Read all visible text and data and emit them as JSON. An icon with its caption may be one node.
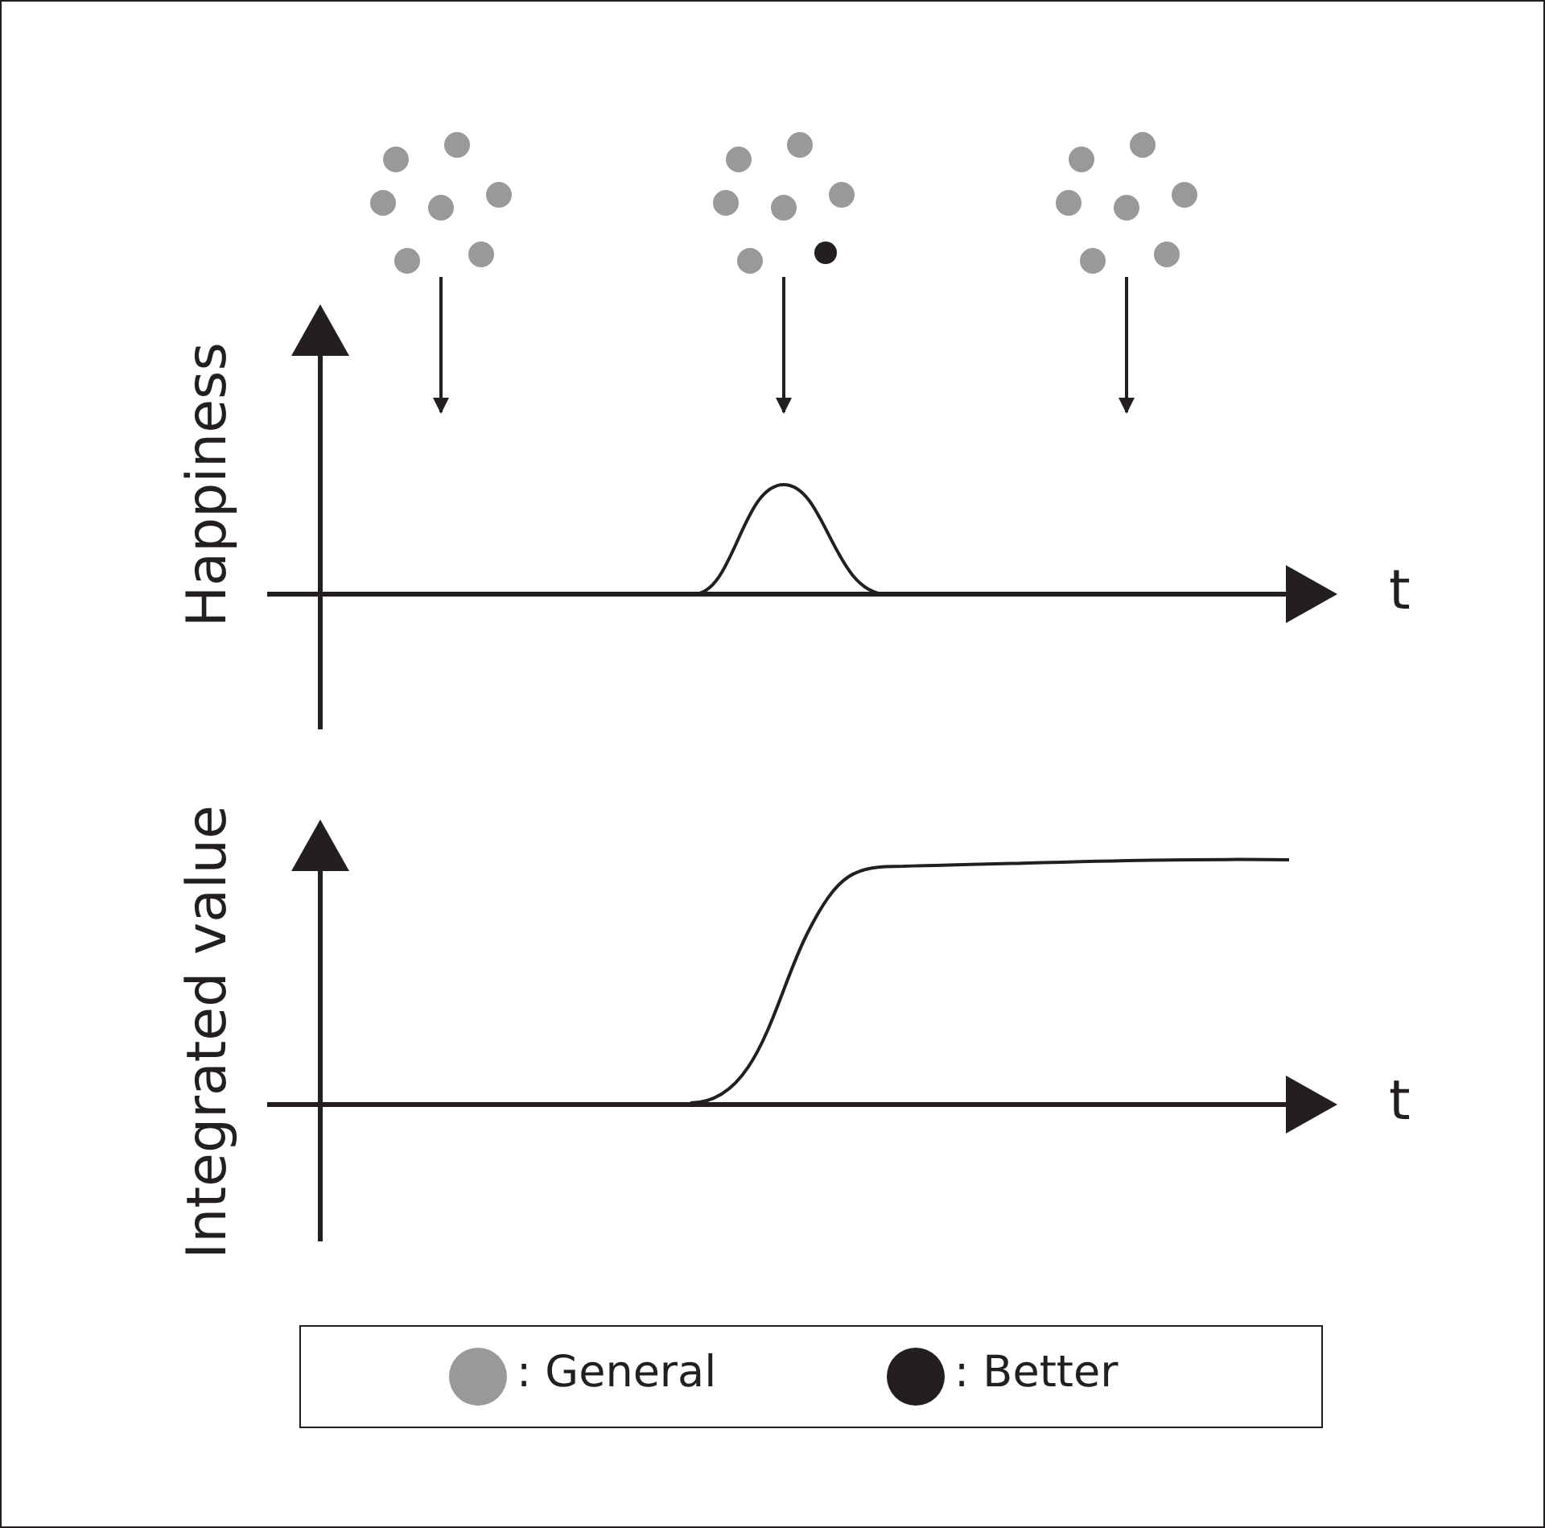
{
  "diagram": {
    "nodes": [
      {
        "text": [],
        "shape": "picture"
      },
      {
        "text": [],
        "shape": "picture"
      },
      {
        "text": [],
        "shape": "picture"
      }
    ],
    "edges": [
      {
        "from": 0,
        "to": null,
        "arrow": "to"
      },
      {
        "from": 1,
        "to": null,
        "arrow": "to"
      },
      {
        "from": 2,
        "to": null,
        "arrow": "to"
      }
    ],
    "labels": [
      "Happiness",
      "t",
      "Integrated value",
      "t"
    ],
    "legend": [
      {
        "text": ": General",
        "color": "#999999"
      },
      {
        "text": ": Better",
        "color": "#231f20"
      }
    ]
  }
}
